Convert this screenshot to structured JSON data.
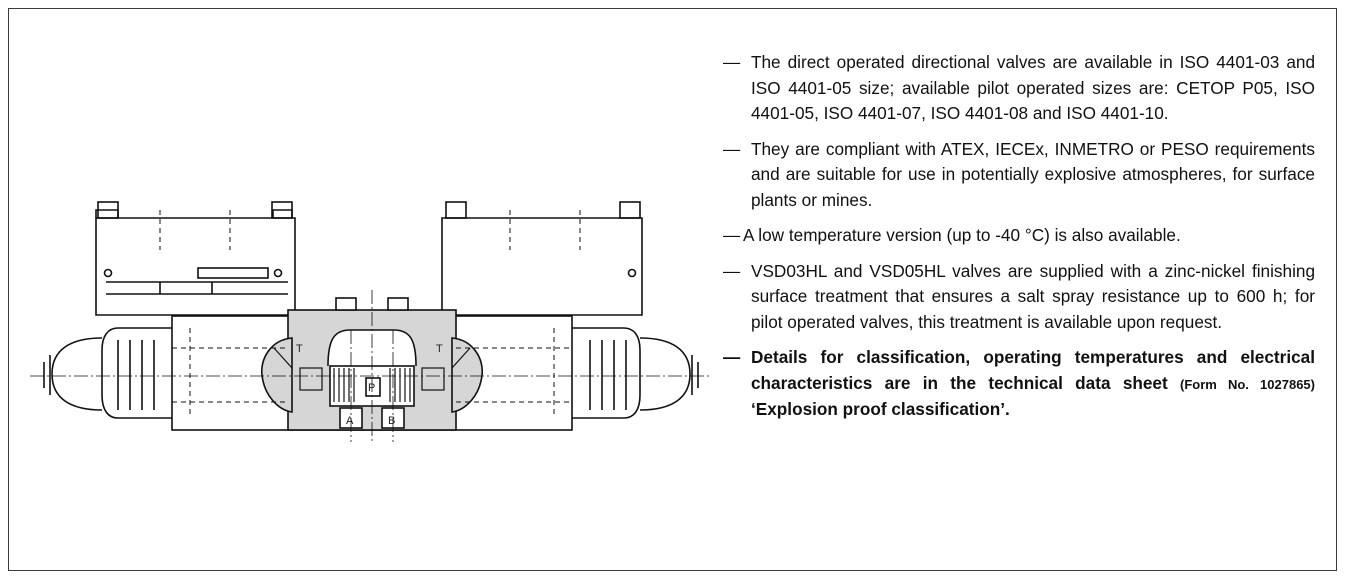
{
  "drawing": {
    "port_labels": {
      "t_left": "T",
      "t_right": "T",
      "p": "P",
      "a": "A",
      "b": "B"
    }
  },
  "bullets": [
    {
      "dash": "—",
      "text": "The direct operated directional valves are available in ISO 4401-03 and ISO 4401-05 size; available pilot operated sizes are: CETOP P05, ISO 4401-05, ISO 4401-07, ISO 4401-08 and ISO 4401-10."
    },
    {
      "dash": "—",
      "text": "They are compliant with ATEX, IECEx, INMETRO or PESO requirements and are suitable for use in potentially explosive atmospheres, for surface plants or mines."
    },
    {
      "dash": "—",
      "text": "A low temperature version (up to -40 °C) is also available."
    },
    {
      "dash": "—",
      "text": "VSD03HL and VSD05HL valves are supplied with a zinc-nickel finishing surface treatment that ensures a salt spray resistance up to 600 h; for pilot operated valves, this treatment is available upon request."
    },
    {
      "dash": "—",
      "text_before": "Details for classification, operating temperatures and electrical characteristics are in the technical data sheet ",
      "text_small": "(Form No. 1027865)",
      "text_after": " ‘Explosion proof classification’."
    }
  ],
  "colors": {
    "body_fill": "#d6d6d6",
    "outline": "#111111",
    "frame": "#3a3a3a"
  }
}
